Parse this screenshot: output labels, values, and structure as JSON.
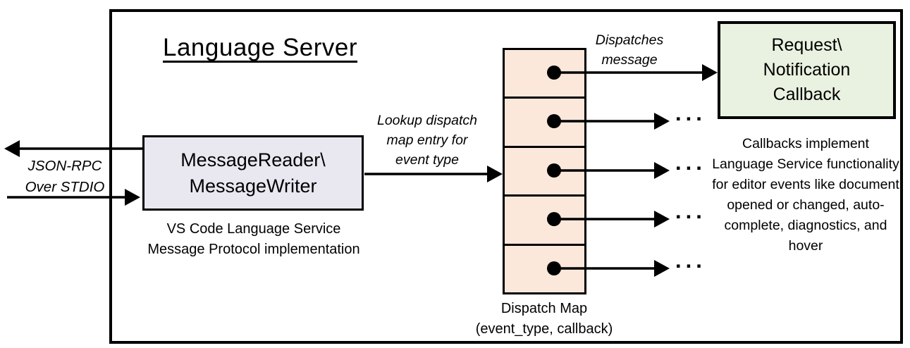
{
  "diagram": {
    "title": "Language Server",
    "stdio_label": {
      "line1": "JSON-RPC",
      "line2": "Over STDIO"
    },
    "message_box": {
      "line1": "MessageReader\\",
      "line2": "MessageWriter"
    },
    "message_box_caption": {
      "line1": "VS Code Language Service",
      "line2": "Message Protocol implementation"
    },
    "lookup_label": {
      "line1": "Lookup dispatch",
      "line2": "map entry for",
      "line3": "event type"
    },
    "dispatches_label": {
      "line1": "Dispatches",
      "line2": "message"
    },
    "callback_box": {
      "line1": "Request\\",
      "line2": "Notification",
      "line3": "Callback"
    },
    "dispatch_map": {
      "caption_line1": "Dispatch Map",
      "caption_line2": "(event_type, callback)",
      "cell_count": 5,
      "ellipsis": "..."
    },
    "callbacks_note": "Callbacks implement Language Service functionality for editor events like document opened or changed, auto-complete, diagnostics, and hover",
    "colors": {
      "message_box_fill": "#e9e8f1",
      "dispatch_cell_fill": "#fbe8db",
      "callback_box_fill": "#e9f1e0",
      "line": "#000000"
    }
  }
}
